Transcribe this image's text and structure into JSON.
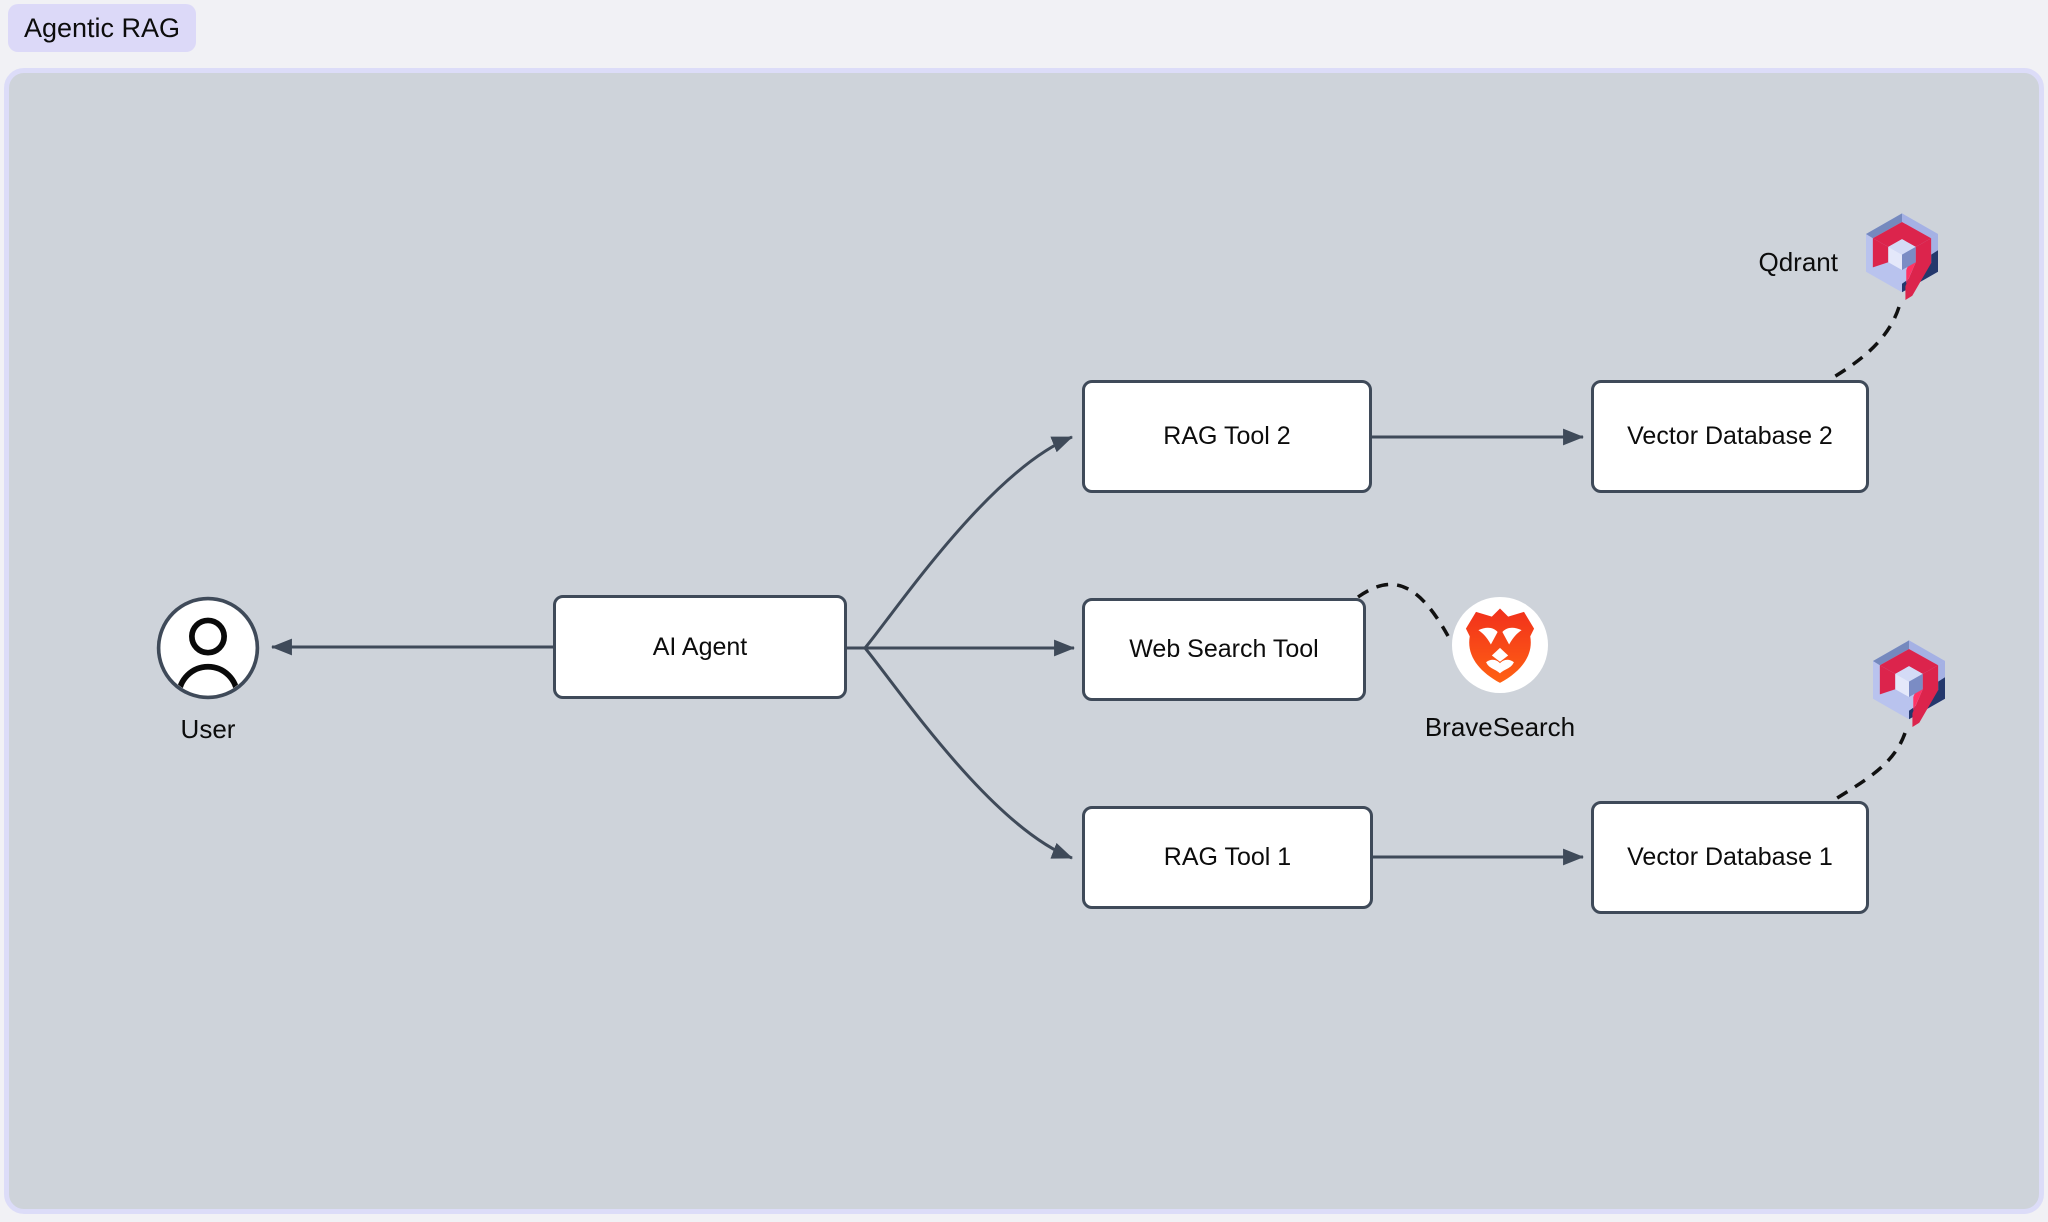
{
  "title": "Agentic RAG",
  "canvas": {
    "page_background": "#f1f1f5",
    "background": "#ced3da",
    "border_color": "#dcdcf8",
    "chip_background": "#dcd9f8"
  },
  "colors": {
    "node_fill": "#ffffff",
    "node_border": "#3f4a59",
    "arrow": "#3f4a59",
    "dashed_link": "#111111",
    "brave_orange_top": "#f1301b",
    "brave_orange_bottom": "#ff6114",
    "qdrant_red": "#dc244c",
    "qdrant_pink": "#ff3364",
    "qdrant_navy": "#24386c",
    "qdrant_periwinkle": "#a5b1e4",
    "qdrant_slate": "#7589be"
  },
  "nodes": {
    "user": {
      "label": "User",
      "icon": "user-icon"
    },
    "ai_agent": {
      "label": "AI Agent"
    },
    "rag_tool_2": {
      "label": "RAG Tool 2"
    },
    "web_search_tool": {
      "label": "Web Search Tool"
    },
    "rag_tool_1": {
      "label": "RAG Tool 1"
    },
    "vector_db_2": {
      "label": "Vector Database 2"
    },
    "vector_db_1": {
      "label": "Vector Database 1"
    },
    "qdrant": {
      "label": "Qdrant",
      "icon": "qdrant-logo"
    },
    "brave": {
      "label": "BraveSearch",
      "icon": "brave-logo"
    }
  },
  "edges": [
    {
      "from": "ai_agent",
      "to": "user",
      "style": "solid-arrow"
    },
    {
      "from": "ai_agent",
      "to": "rag_tool_2",
      "style": "solid-arrow"
    },
    {
      "from": "ai_agent",
      "to": "web_search_tool",
      "style": "solid-arrow"
    },
    {
      "from": "ai_agent",
      "to": "rag_tool_1",
      "style": "solid-arrow"
    },
    {
      "from": "rag_tool_2",
      "to": "vector_db_2",
      "style": "solid-arrow"
    },
    {
      "from": "rag_tool_1",
      "to": "vector_db_1",
      "style": "solid-arrow"
    },
    {
      "from": "web_search_tool",
      "to": "brave",
      "style": "dashed"
    },
    {
      "from": "qdrant",
      "to": "vector_db_2",
      "style": "dashed"
    },
    {
      "from": "qdrant",
      "to": "vector_db_1",
      "style": "dashed"
    }
  ]
}
